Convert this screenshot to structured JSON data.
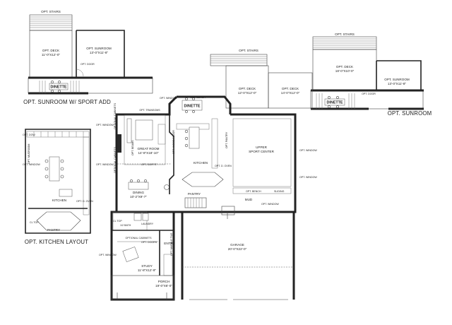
{
  "sections": {
    "sunroom_sport": {
      "caption": "OPT. SUNROOM W/ SPORT ADD",
      "stairs": "OPT. STAIRS",
      "deck": "OPT. DECK",
      "deck_dim": "11'-0\"X12'-0\"",
      "sunroom": "OPT. SUNROOM",
      "sunroom_dim": "13'-0\"X11'-8\"",
      "door": "OPT. DOOR",
      "dinette": "DINETTE"
    },
    "sunroom": {
      "caption": "OPT. SUNROOM",
      "stairs": "OPT. STAIRS",
      "deck": "OPT. DECK",
      "deck_dim": "18'-0\"X10'-0\"",
      "sunroom": "OPT. SUNROOM",
      "sunroom_dim": "13'-0\"X11'-8\"",
      "door": "OPT. DOOR",
      "dinette": "DINETTE"
    },
    "kitchen_layout": {
      "caption": "OPT. KITCHEN LAYOUT",
      "window_top": "OPT. DOW",
      "window_mid": "OPT. WINDOW",
      "mudroom_door": "OPT. MUDROOM",
      "kitchen": "KITCHEN",
      "pantry": "PANTRY",
      "cltop": "CL TOP",
      "oven": "OPT. D. OVEN"
    },
    "main": {
      "stairs": "OPT. STAIRS",
      "deck_left": "OPT. DECK",
      "deck_left_dim": "12'-0\"X12'-0\"",
      "deck_right": "OPT. DECK",
      "deck_right_dim": "14'-0\"X12'-0\"",
      "bench": "OPT. BENCH",
      "dinette": "DINETTE",
      "window_nw": "OPT. WINDOW",
      "window_w1": "OPT. WINDOW",
      "window_w2": "OPT. WINDOW",
      "transoms": "OPT. TRANSOMS",
      "cabinets_top": "OPTIONAL CABINETS",
      "cabinets_bottom": "OPTIONAL CABINETS",
      "beams": "OPT. BEAMS",
      "wood_floor": "OPT. WOOD FLOOR",
      "great_room": "GREAT ROOM",
      "great_room_dim": "14'-8\"X18'-10\"",
      "soffit": "OPT. SOFFIT",
      "kitchen": "KITCHEN",
      "oven": "OPT. D. OVEN",
      "pantry_door": "OPT. PANTRY",
      "dining": "DINING",
      "dining_dim": "10'-2\"X9'-7\"",
      "pantry": "PANTRY",
      "upper": "UPPER",
      "sport_center": "SPORT CENTER",
      "window_e1": "OPT. WINDOW",
      "window_e2": "OPT. WINDOW",
      "opt_bench": "OPT. BENCH",
      "sliding": "SLIDING",
      "mud": "MUD",
      "window_mud": "OPT. WINDOW",
      "laundry": "LAUNDRY",
      "bath": "1/2 BATH",
      "cltop": "CL TOP",
      "cabinets_study": "OPTIONAL CABINETS",
      "window_study": "OPT. WINDOW",
      "doors": "OPT. DOORS",
      "study": "STUDY",
      "study_dim": "11'-8\"X12'-9\"",
      "entry": "ENTRY",
      "tile": "OPT. MARBLE TILE",
      "garage": "GARAGE",
      "garage_dim": "20'-0\"X22'-0\"",
      "porch": "PORCH",
      "porch_dim": "19'-0\"X6'-0\""
    }
  }
}
